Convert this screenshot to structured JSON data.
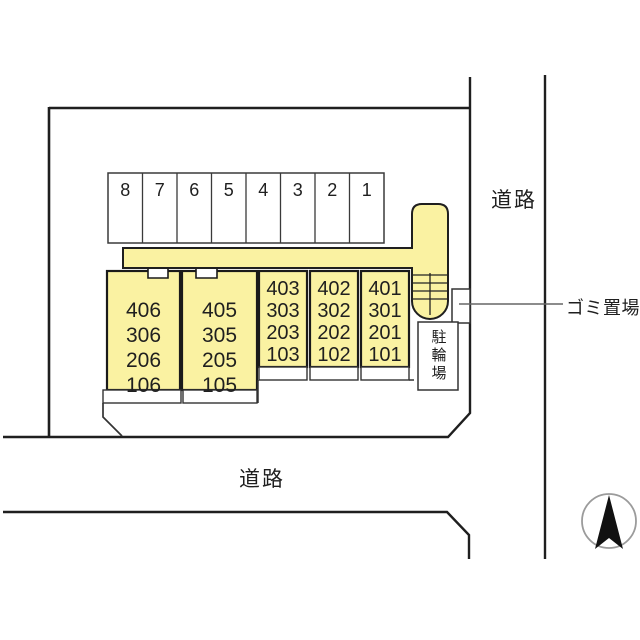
{
  "labels": {
    "road_right": "道路",
    "road_bottom": "道路",
    "garbage": "ゴミ置場",
    "bicycle_parking": "駐輪場"
  },
  "parking": {
    "spots": [
      "8",
      "7",
      "6",
      "5",
      "4",
      "3",
      "2",
      "1"
    ]
  },
  "building": {
    "unit_columns": [
      {
        "rooms": [
          "406",
          "306",
          "206",
          "106"
        ]
      },
      {
        "rooms": [
          "405",
          "305",
          "205",
          "105"
        ]
      },
      {
        "rooms": [
          "403",
          "303",
          "203",
          "103"
        ]
      },
      {
        "rooms": [
          "402",
          "302",
          "202",
          "102"
        ]
      },
      {
        "rooms": [
          "401",
          "301",
          "201",
          "101"
        ]
      }
    ]
  },
  "colors": {
    "building_fill": "#faf2a2",
    "line": "#1f1f1f",
    "compass_ring": "#9b9b9b"
  }
}
